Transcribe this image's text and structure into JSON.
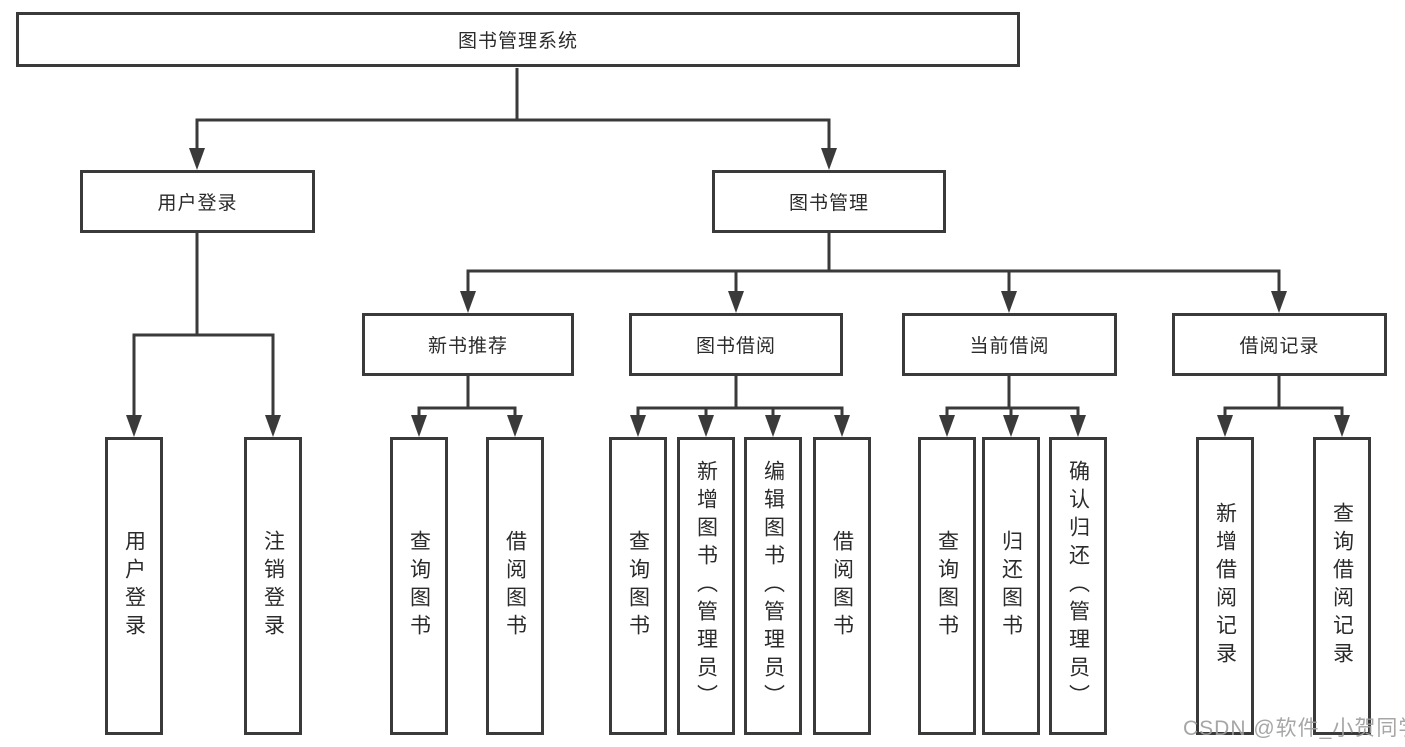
{
  "colors": {
    "background": "#ffffff",
    "line": "#3a3a3a",
    "box_border": "#3a3a3a",
    "text": "#2b2b2b",
    "watermark_text": "#9e9e9e"
  },
  "tree": {
    "root": {
      "label": "图书管理系统"
    },
    "branches": [
      {
        "label": "用户登录",
        "leaves": [
          {
            "label": "用户登录"
          },
          {
            "label": "注销登录"
          }
        ]
      },
      {
        "label": "图书管理",
        "groups": [
          {
            "label": "新书推荐",
            "leaves": [
              {
                "label": "查询图书"
              },
              {
                "label": "借阅图书"
              }
            ]
          },
          {
            "label": "图书借阅",
            "leaves": [
              {
                "label": "查询图书"
              },
              {
                "label": "新增图书（管理员）"
              },
              {
                "label": "编辑图书（管理员）"
              },
              {
                "label": "借阅图书"
              }
            ]
          },
          {
            "label": "当前借阅",
            "leaves": [
              {
                "label": "查询图书"
              },
              {
                "label": "归还图书"
              },
              {
                "label": "确认归还（管理员）"
              }
            ]
          },
          {
            "label": "借阅记录",
            "leaves": [
              {
                "label": "新增借阅记录"
              },
              {
                "label": "查询借阅记录"
              }
            ]
          }
        ]
      }
    ]
  },
  "watermark": {
    "text": "CSDN @软件_小贺同学"
  }
}
